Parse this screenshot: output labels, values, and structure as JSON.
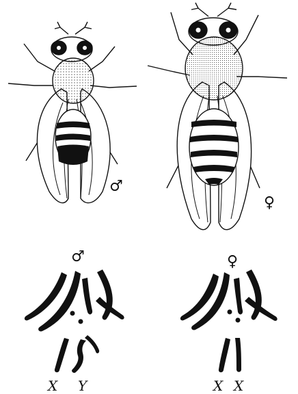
{
  "flies": {
    "male": {
      "symbol": "♂"
    },
    "female": {
      "symbol": "♀"
    }
  },
  "karyotypes": {
    "male": {
      "symbol": "♂",
      "sex_chromosomes": [
        "X",
        "Y"
      ]
    },
    "female": {
      "symbol": "♀",
      "sex_chromosomes": [
        "X",
        "X"
      ]
    }
  },
  "colors": {
    "ink": "#111111",
    "background": "#ffffff"
  }
}
